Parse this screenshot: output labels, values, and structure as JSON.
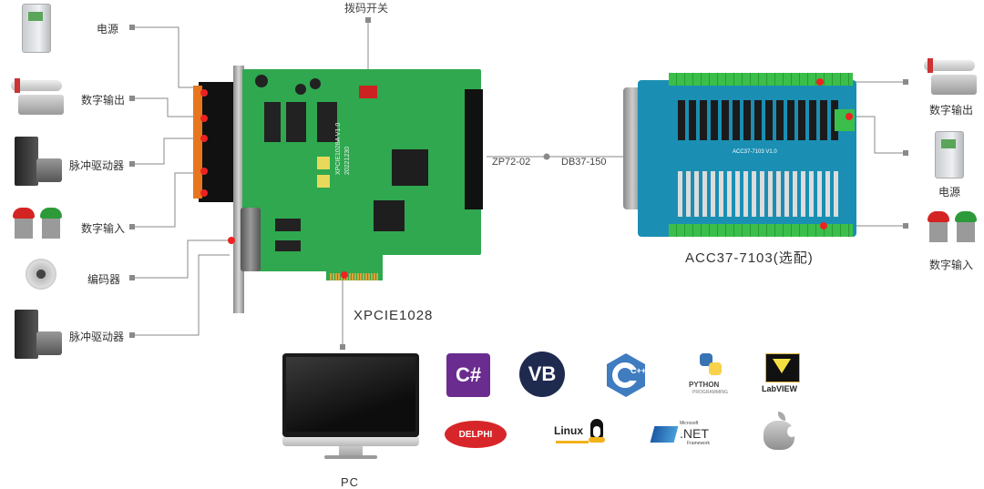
{
  "labels": {
    "power_left": "电源",
    "digital_out_left": "数字输出",
    "pulse_drive_1": "脉冲驱动器",
    "digital_in_left": "数字输入",
    "encoder": "编码器",
    "pulse_drive_2": "脉冲驱动器",
    "dip_switch": "拨码开关",
    "zp_cable": "ZP72-02",
    "db_cable": "DB37-150",
    "digital_out_right": "数字输出",
    "power_right": "电源",
    "digital_in_right": "数字输入"
  },
  "boards": {
    "main_name": "XPCIE1028",
    "expansion_name": "ACC37-7103(选配)",
    "pc_label": "PC",
    "silk_main": "XPCIE1028A V1.0",
    "silk_main_date": "20221230",
    "silk_exp": "ACC37-7103 V1.0"
  },
  "logos": {
    "csharp": "C#",
    "vb": "VB",
    "cpp": "C++",
    "python": "PYTHON",
    "python_sub": "PROGRAMMING",
    "labview": "LabVIEW",
    "delphi": "DELPHI",
    "linux": "Linux",
    "dotnet": ".NET",
    "dotnet_ms": "Microsoft",
    "dotnet_fw": "Framework"
  },
  "colors": {
    "pcb_green": "#2fa84f",
    "exp_blue": "#1a8fb3",
    "terminal_green": "#3bbf4a",
    "csharp_purple": "#6a2c8e",
    "vb_navy": "#1f2a4f",
    "cpp_blue": "#3f7cc0",
    "delphi_red": "#d7262a"
  }
}
